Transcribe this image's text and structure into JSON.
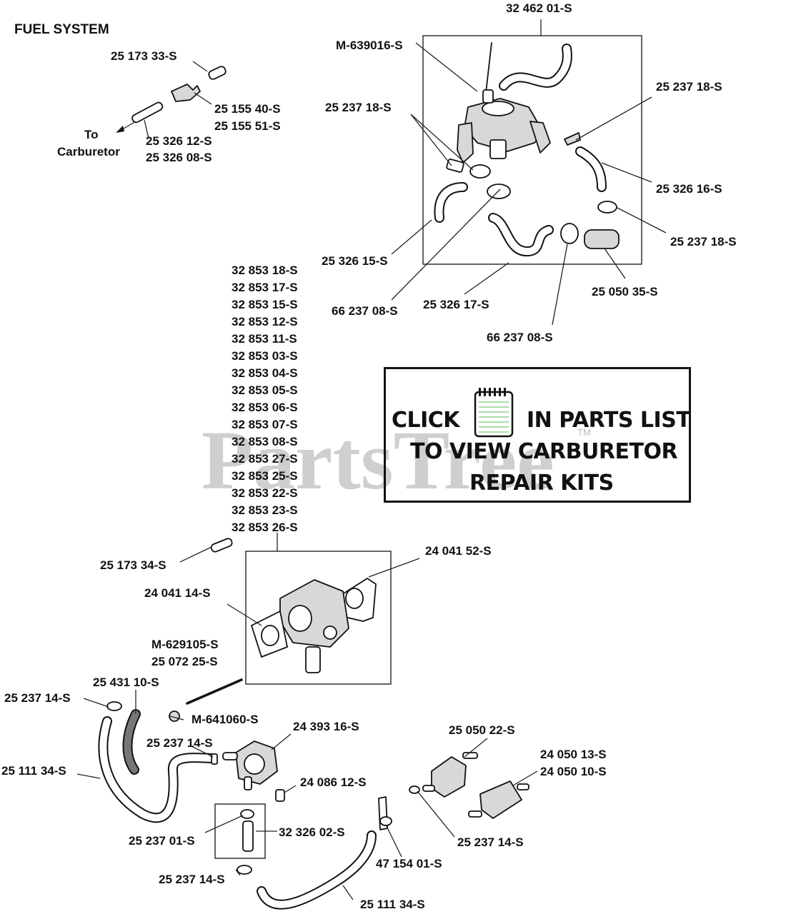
{
  "title": "FUEL SYSTEM",
  "watermark": "PartsTree",
  "watermark_tm": "TM",
  "to_carburetor": [
    "To",
    "Carburetor"
  ],
  "callout": {
    "click": "CLICK",
    "in_parts_list": "IN PARTS LIST",
    "to_view": "TO VIEW CARBURETOR",
    "repair_kits": "REPAIR KITS",
    "icon": "notebook-icon"
  },
  "labels": {
    "l01": "32 462 01-S",
    "l02": "M-639016-S",
    "l03": "25 237 18-S",
    "l04": "25 237 18-S",
    "l05": "25 326 16-S",
    "l06": "25 237 18-S",
    "l07": "25 326 15-S",
    "l08": "66 237 08-S",
    "l09": "25 326 17-S",
    "l10": "25 050 35-S",
    "l11": "66 237 08-S",
    "l12": "25 173 33-S",
    "l13": "25 155 40-S",
    "l14": "25 155 51-S",
    "l15": "25 326 12-S",
    "l16": "25 326  08-S",
    "l17": "25 173 34-S",
    "l18": "24 041 52-S",
    "l19": "24 041 14-S",
    "l20": "M-629105-S",
    "l21": "25 072 25-S",
    "l22": "25 431 10-S",
    "l23": "25 237 14-S",
    "l24": "M-641060-S",
    "l25": "25 237 14-S",
    "l26": "24 393 16-S",
    "l27": "25 111 34-S",
    "l28": "24 086 12-S",
    "l29": "25 050 22-S",
    "l30": "24 050 13-S",
    "l31": "24 050 10-S",
    "l32": "25 237 01-S",
    "l33": "32 326 02-S",
    "l34": "25 237 14-S",
    "l35": "47 154 01-S",
    "l36": "25 237 14-S",
    "l37": "25 111 34-S"
  },
  "carb_kit_list": [
    "32 853 18-S",
    "32 853 17-S",
    "32 853 15-S",
    "32 853 12-S",
    "32 853 11-S",
    "32 853 03-S",
    "32 853 04-S",
    "32 853 05-S",
    "32 853 06-S",
    "32 853 07-S",
    "32 853 08-S",
    "32 853 27-S",
    "32 853 25-S",
    "32 853 22-S",
    "32 853 23-S",
    "32 853 26-S"
  ]
}
